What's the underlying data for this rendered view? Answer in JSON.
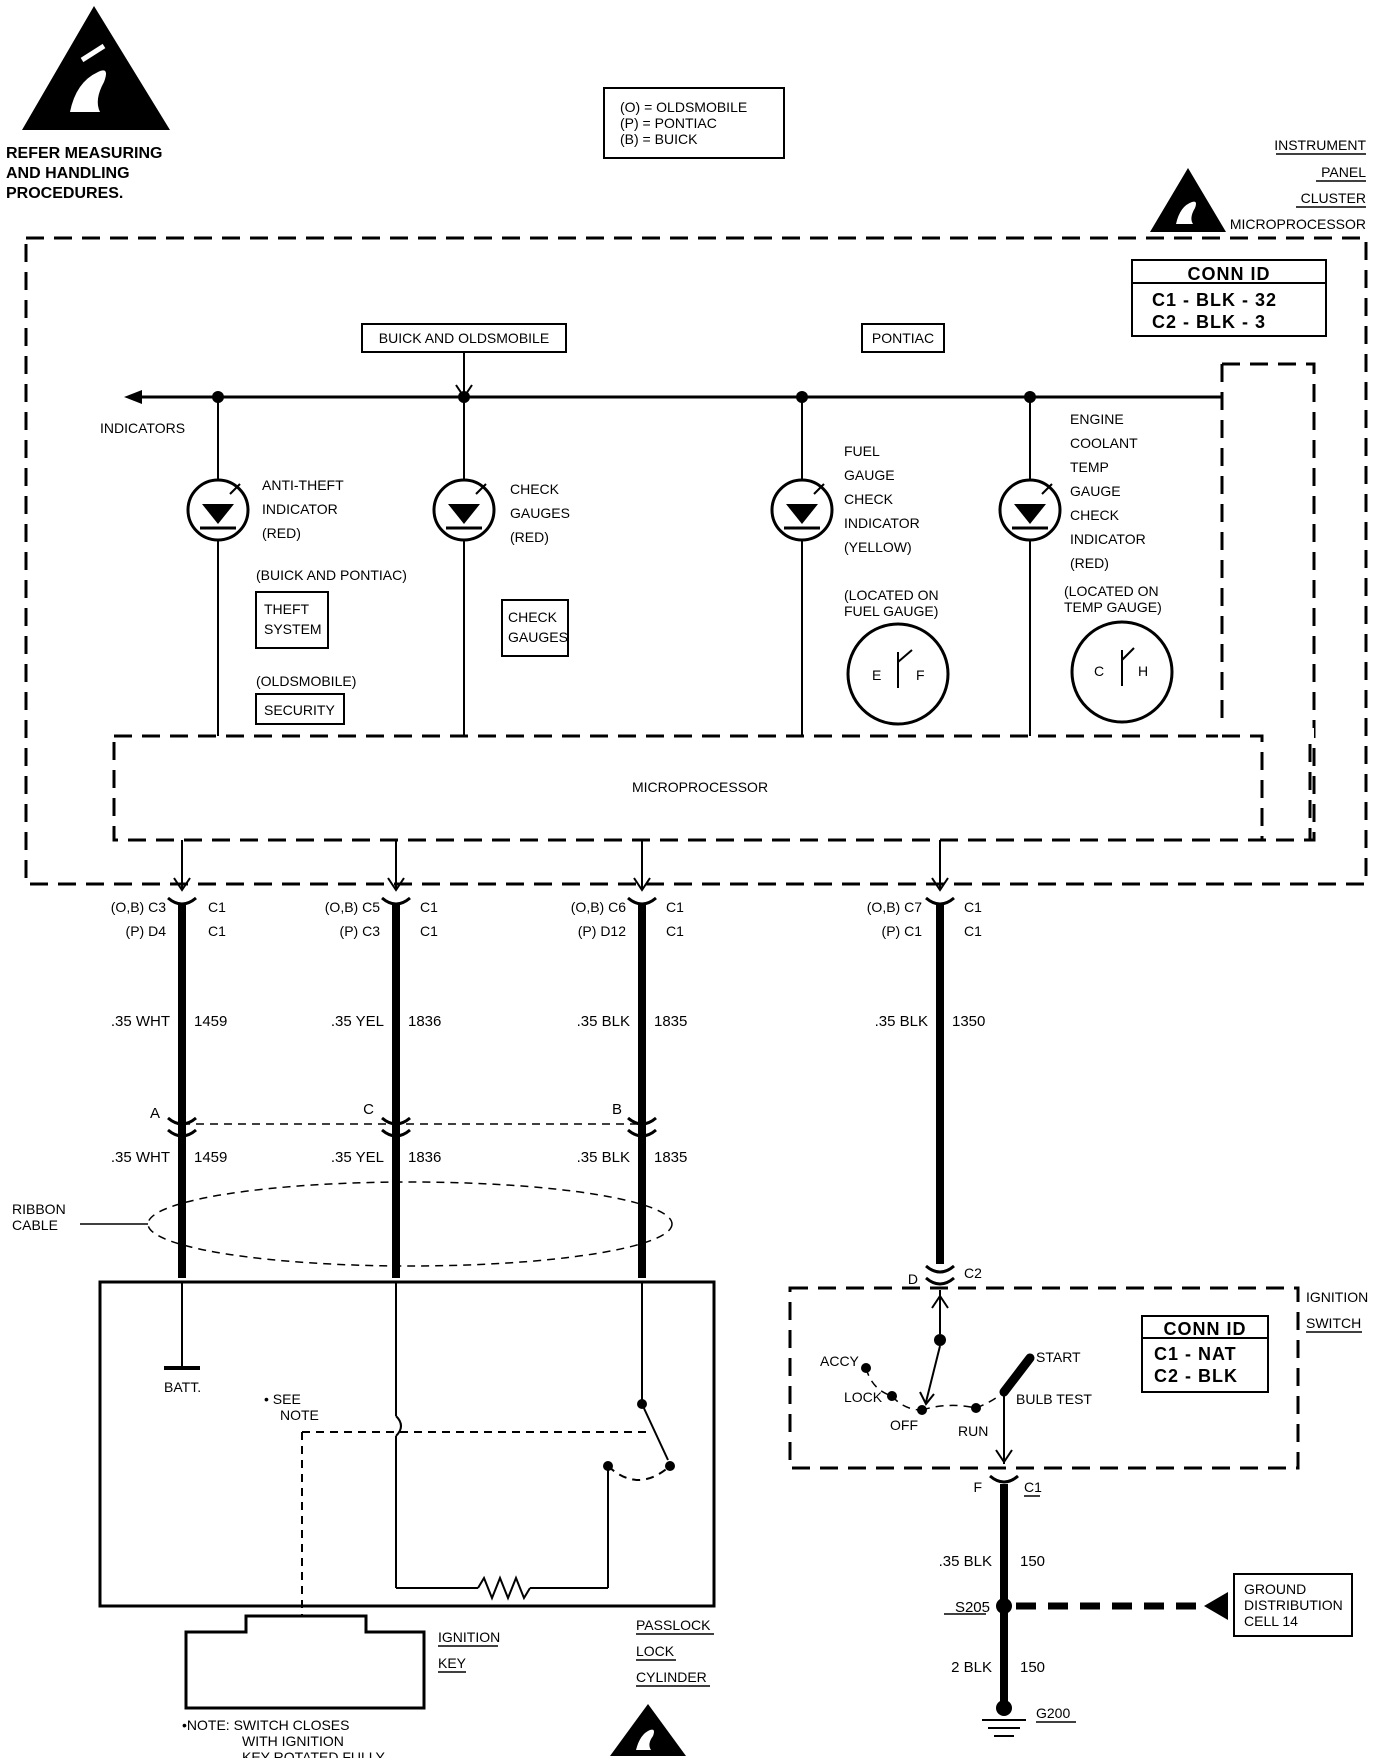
{
  "warning": {
    "line1": "REFER MEASURING",
    "line2": "AND HANDLING",
    "line3": "PROCEDURES."
  },
  "legend": {
    "line1": "(O)  =  OLDSMOBILE",
    "line2": "(P)  =  PONTIAC",
    "line3": "(B)  =  BUICK"
  },
  "module": {
    "line1": "INSTRUMENT",
    "line2": "PANEL",
    "line3": "CLUSTER",
    "line4": "MICROPROCESSOR"
  },
  "conn_id_cluster": {
    "title": "CONN ID",
    "row1": "C1 - BLK - 32",
    "row2": "C2 - BLK - 3"
  },
  "labels": {
    "buick_olds": "BUICK AND OLDSMOBILE",
    "pontiac": "PONTIAC",
    "indicators": "INDICATORS",
    "microprocessor": "MICROPROCESSOR",
    "ribbon1": "RIBBON",
    "ribbon2": "CABLE",
    "batt": "BATT.",
    "see_note1": "• SEE",
    "see_note2": "NOTE",
    "ignition_key1": "IGNITION",
    "ignition_key2": "KEY",
    "passlock1": "PASSLOCK",
    "passlock2": "LOCK",
    "passlock3": "CYLINDER",
    "note1": "•NOTE:  SWITCH CLOSES",
    "note2": "WITH IGNITION",
    "note3": "KEY ROTATED FULLY.",
    "ign_switch1": "IGNITION",
    "ign_switch2": "SWITCH",
    "ground1": "GROUND",
    "ground2": "DISTRIBUTION",
    "ground3": "CELL  14",
    "s205": "S205",
    "g200": "G200"
  },
  "indicators": {
    "anti_theft": {
      "l1": "ANTI-THEFT",
      "l2": "INDICATOR",
      "l3": "(RED)",
      "note": "(BUICK AND PONTIAC)",
      "box1": "THEFT",
      "box2": "SYSTEM",
      "note2": "(OLDSMOBILE)",
      "box3": "SECURITY"
    },
    "check_gauges": {
      "l1": "CHECK",
      "l2": "GAUGES",
      "l3": "(RED)",
      "box1": "CHECK",
      "box2": "GAUGES"
    },
    "fuel": {
      "l1": "FUEL",
      "l2": "GAUGE",
      "l3": "CHECK",
      "l4": "INDICATOR",
      "l5": "(YELLOW)",
      "loc1": "(LOCATED ON",
      "loc2": "FUEL GAUGE)",
      "e": "E",
      "f": "F"
    },
    "coolant": {
      "l1": "ENGINE",
      "l2": "COOLANT",
      "l3": "TEMP",
      "l4": "GAUGE",
      "l5": "CHECK",
      "l6": "INDICATOR",
      "l7": "(RED)",
      "loc1": "(LOCATED ON",
      "loc2": "TEMP GAUGE)",
      "c": "C",
      "h": "H"
    }
  },
  "pins": {
    "w1": {
      "ob": "(O,B)  C3",
      "p": "(P)  D4",
      "c1": "C1",
      "c2": "C1"
    },
    "w2": {
      "ob": "(O,B)  C5",
      "p": "(P)  C3",
      "c1": "C1",
      "c2": "C1"
    },
    "w3": {
      "ob": "(O,B)  C6",
      "p": "(P)  D12",
      "c1": "C1",
      "c2": "C1"
    },
    "w4": {
      "ob": "(O,B)  C7",
      "p": "(P)  C1",
      "c1": "C1",
      "c2": "C1"
    }
  },
  "wires": {
    "w1": {
      "gauge": ".35 WHT",
      "circuit": "1459",
      "conn": "A"
    },
    "w2": {
      "gauge": ".35 YEL",
      "circuit": "1836",
      "conn": "C"
    },
    "w3": {
      "gauge": ".35 BLK",
      "circuit": "1835",
      "conn": "B"
    },
    "w4": {
      "gauge": ".35 BLK",
      "circuit": "1350"
    },
    "w5": {
      "gauge": ".35 BLK",
      "circuit": "150"
    },
    "w6": {
      "gauge": "2 BLK",
      "circuit": "150"
    }
  },
  "ignition_switch": {
    "d": "D",
    "c2": "C2",
    "f": "F",
    "c1": "C1",
    "accy": "ACCY",
    "lock": "LOCK",
    "off": "OFF",
    "run": "RUN",
    "start": "START",
    "bulb": "BULB TEST"
  },
  "conn_id_switch": {
    "title": "CONN ID",
    "row1": "C1  -  NAT",
    "row2": "C2  -  BLK"
  }
}
